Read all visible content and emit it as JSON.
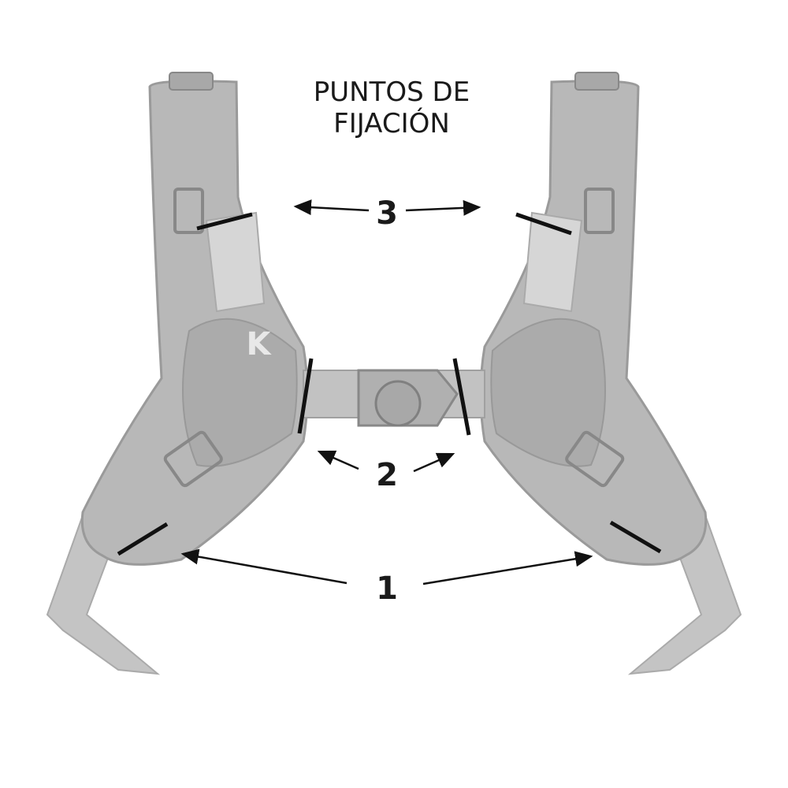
{
  "title": {
    "line1": "PUNTOS DE",
    "line2": "FIJACIÓN"
  },
  "points": [
    {
      "label": "3"
    },
    {
      "label": "2"
    },
    {
      "label": "1"
    }
  ],
  "logo_text": "K",
  "colors": {
    "strap": "#b8b8b8",
    "strap_dark": "#9a9a9a",
    "webbing": "#d6d6d6",
    "marker": "#111111",
    "text": "#1a1a1a"
  }
}
